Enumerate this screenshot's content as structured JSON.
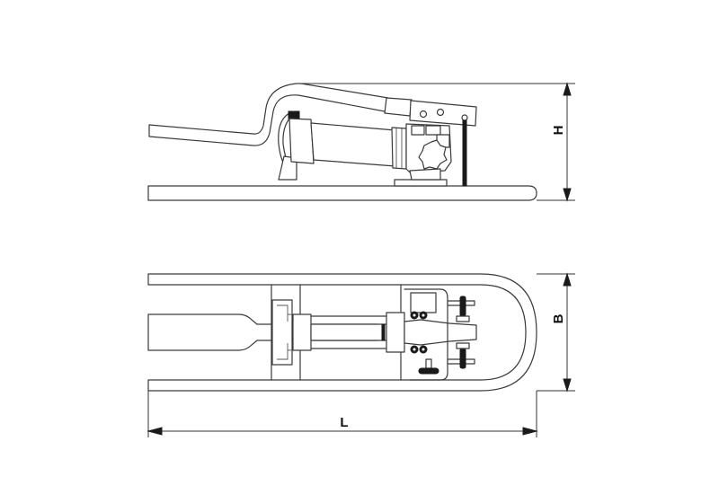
{
  "drawing": {
    "subject": "Hydraulic hand pump technical drawing",
    "views": [
      {
        "name": "side-view",
        "dimension_label": "H",
        "dimension_orientation": "vertical"
      },
      {
        "name": "top-view",
        "dimension_labels": [
          "B",
          "L"
        ]
      }
    ],
    "dimensions": {
      "height_label": "H",
      "width_label": "B",
      "length_label": "L"
    },
    "colors": {
      "line": "#3a3a3a",
      "background": "#ffffff",
      "solid": "#1a1a1a"
    }
  }
}
